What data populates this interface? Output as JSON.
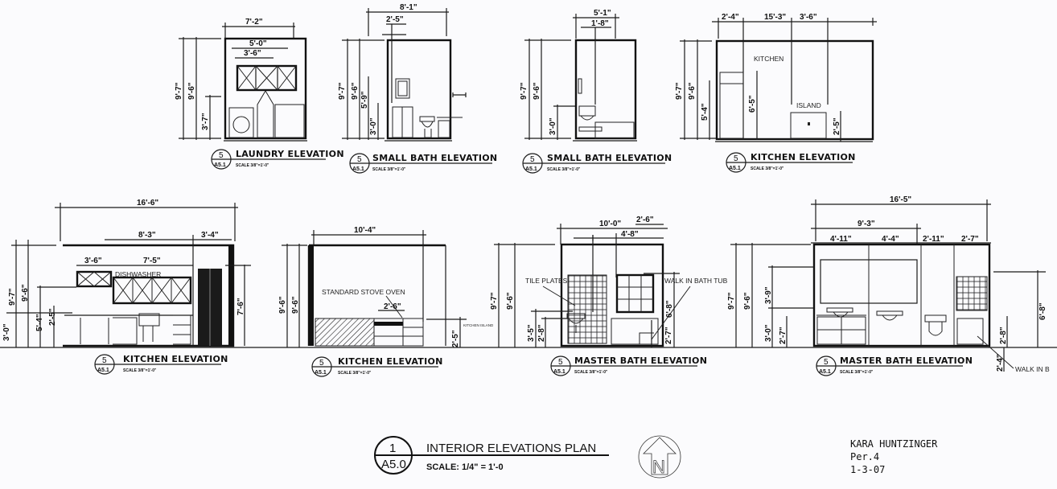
{
  "elevations": [
    {
      "number": "5",
      "sheet": "A5.1",
      "title": "LAUNDRY ELEVATION",
      "scale": "SCALE 3/8\"=1'-0\"",
      "dims": [
        "7'-2\"",
        "5'-0\"",
        "3'-6\"",
        "9'-7\"",
        "9'-6\"",
        "3'-7\""
      ]
    },
    {
      "number": "5",
      "sheet": "A5.1",
      "title": "SMALL BATH ELEVATION",
      "scale": "SCALE 3/8\"=1'-0\"",
      "dims": [
        "8'-1\"",
        "2'-5\"",
        "9'-7\"",
        "9'-6\"",
        "5'-9\"",
        "3'-0\""
      ]
    },
    {
      "number": "5",
      "sheet": "A5.1",
      "title": "SMALL BATH ELEVATION",
      "scale": "SCALE 3/8\"=1'-0\"",
      "dims": [
        "5'-1\"",
        "1'-8\"",
        "9'-7\"",
        "9'-6\"",
        "3'-0\""
      ]
    },
    {
      "number": "5",
      "sheet": "A5.1",
      "title": "KITCHEN ELEVATION",
      "scale": "SCALE 3/8\"=1'-0\"",
      "dims": [
        "2'-4\"",
        "15'-3\"",
        "3'-6\"",
        "9'-7\"",
        "9'-6\"",
        "5'-4\"",
        "6'-5\"",
        "2'-5\""
      ],
      "labels": [
        "KITCHEN",
        "ISLAND"
      ]
    },
    {
      "number": "5",
      "sheet": "A5.1",
      "title": "KITCHEN ELEVATION",
      "scale": "SCALE 3/8\"=1'-0\"",
      "dims": [
        "16'-6\"",
        "8'-3\"",
        "3'-4\"",
        "3'-6\"",
        "7'-5\"",
        "9'-7\"",
        "9'-6\"",
        "3'-0\"",
        "5'-4\"",
        "2'-5\"",
        "7'-6\""
      ],
      "labels": [
        "DISHWASHER"
      ]
    },
    {
      "number": "5",
      "sheet": "A5.1",
      "title": "KITCHEN ELEVATION",
      "scale": "SCALE 3/8\"=1'-0\"",
      "dims": [
        "10'-4\"",
        "9'-6\"",
        "9'-6\"",
        "2'-6\"",
        "2'-5\""
      ],
      "labels": [
        "STANDARD STOVE OVEN",
        "KITCHEN ISLAND"
      ]
    },
    {
      "number": "5",
      "sheet": "A5.1",
      "title": "MASTER BATH ELEVATION",
      "scale": "SCALE 3/8\"=1'-0\"",
      "dims": [
        "10'-0\"",
        "2'-6\"",
        "4'-8\"",
        "9'-7\"",
        "9'-6\"",
        "3'-5\"",
        "2'-8\"",
        "2'-7\"",
        "6'-8\""
      ],
      "labels": [
        "TILE PLATES",
        "WALK IN BATH TUB"
      ]
    },
    {
      "number": "5",
      "sheet": "A5.1",
      "title": "MASTER BATH ELEVATION",
      "scale": "SCALE 3/8\"=1'-0\"",
      "dims": [
        "16'-5\"",
        "9'-3\"",
        "4'-11\"",
        "4'-4\"",
        "2'-11\"",
        "2'-7\"",
        "9'-7\"",
        "9'-6\"",
        "3'-9\"",
        "3'-0\"",
        "2'-7\"",
        "2'-8\"",
        "6'-8\"",
        "2'-4\""
      ],
      "labels": [
        "WALK IN B"
      ]
    }
  ],
  "plan": {
    "number": "1",
    "sheet": "A5.0",
    "title": "INTERIOR ELEVATIONS PLAN",
    "scale": "SCALE: 1/4\" = 1'-0",
    "north_label": "N"
  },
  "author": {
    "name": "KARA HUNTZINGER",
    "period": "Per.4",
    "date": "1-3-07"
  }
}
